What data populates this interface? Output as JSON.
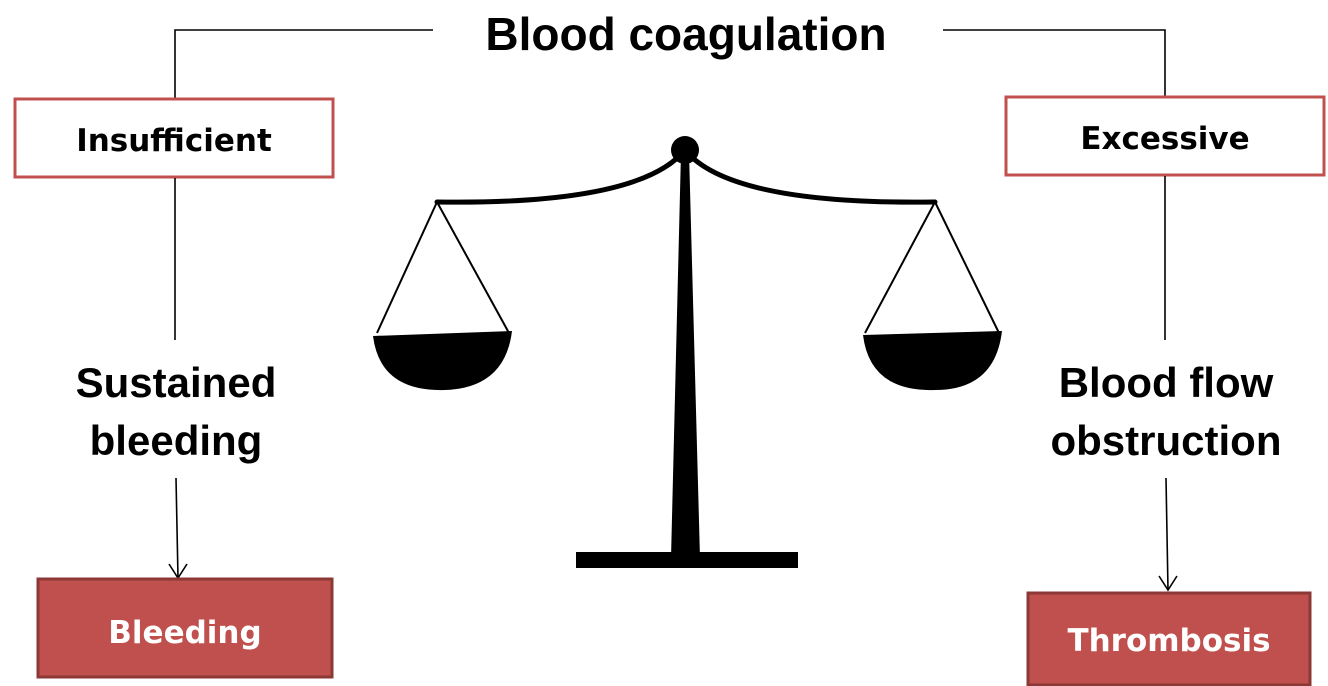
{
  "title": "Blood coagulation",
  "left": {
    "condition": "Insufficient",
    "consequence_line1": "Sustained",
    "consequence_line2": "bleeding",
    "result": "Bleeding"
  },
  "right": {
    "condition": "Excessive",
    "consequence_line1": "Blood flow",
    "consequence_line2": "obstruction",
    "result": "Thrombosis"
  },
  "colors": {
    "condition_box_border": "#c0504d",
    "result_box_fill": "#c0504d",
    "result_box_border": "#8c3836",
    "scale": "#000000"
  },
  "icons": {
    "center": "balance-scale-icon"
  }
}
